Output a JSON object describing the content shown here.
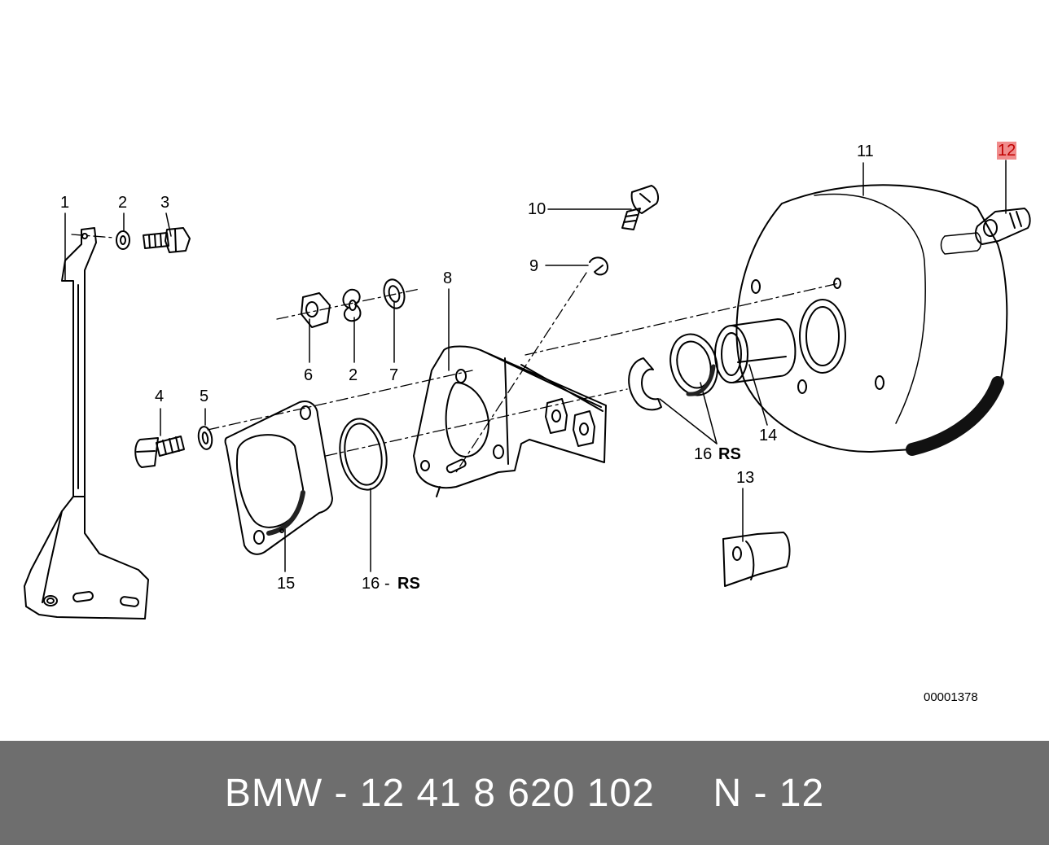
{
  "diagram": {
    "callouts": [
      {
        "id": "c1",
        "text": "1"
      },
      {
        "id": "c2a",
        "text": "2"
      },
      {
        "id": "c3",
        "text": "3"
      },
      {
        "id": "c6",
        "text": "6"
      },
      {
        "id": "c2b",
        "text": "2"
      },
      {
        "id": "c7",
        "text": "7"
      },
      {
        "id": "c4",
        "text": "4"
      },
      {
        "id": "c5",
        "text": "5"
      },
      {
        "id": "c8",
        "text": "8"
      },
      {
        "id": "c10",
        "text": "10"
      },
      {
        "id": "c9",
        "text": "9"
      },
      {
        "id": "c11",
        "text": "11"
      },
      {
        "id": "c12",
        "text": "12",
        "highlighted": true
      },
      {
        "id": "c14",
        "text": "14"
      },
      {
        "id": "c16a",
        "text": "16"
      },
      {
        "id": "c16a_rs",
        "text": "RS"
      },
      {
        "id": "c13",
        "text": "13"
      },
      {
        "id": "c15",
        "text": "15"
      },
      {
        "id": "c16b",
        "text": "16"
      },
      {
        "id": "c16b_dash",
        "text": "-"
      },
      {
        "id": "c16b_rs",
        "text": "RS"
      }
    ],
    "document_number": "00001378",
    "highlight_color": "#f08c8c"
  },
  "footer": {
    "text": "BMW - 12 41 8 620 102     N - 12",
    "background": "#6e6e6e"
  }
}
